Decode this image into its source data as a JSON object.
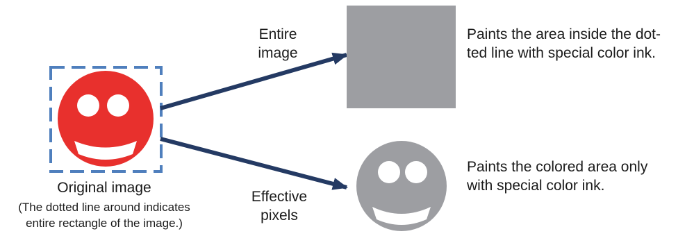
{
  "colors": {
    "smiley_original": "#e8302d",
    "dashed_border": "#4f7fbd",
    "arrow": "#243a63",
    "special_ink": "#9d9ea2",
    "face_features": "#ffffff"
  },
  "icons": {
    "original": "smiley-face-icon",
    "entire_result": "gray-square",
    "effective_result": "gray-smiley-face-icon"
  },
  "labels": {
    "entire": {
      "line1": "Entire",
      "line2": "image"
    },
    "effective": {
      "line1": "Effective",
      "line2": "pixels"
    },
    "original_caption": "Original image",
    "original_note": {
      "line1": "(The dotted line around indicates",
      "line2": "entire rectangle of the image.)"
    },
    "entire_desc": {
      "line1": "Paints the area inside the dot-",
      "line2": "ted line with special color ink."
    },
    "effective_desc": {
      "line1": "Paints the colored area only",
      "line2": "with special color ink."
    }
  }
}
